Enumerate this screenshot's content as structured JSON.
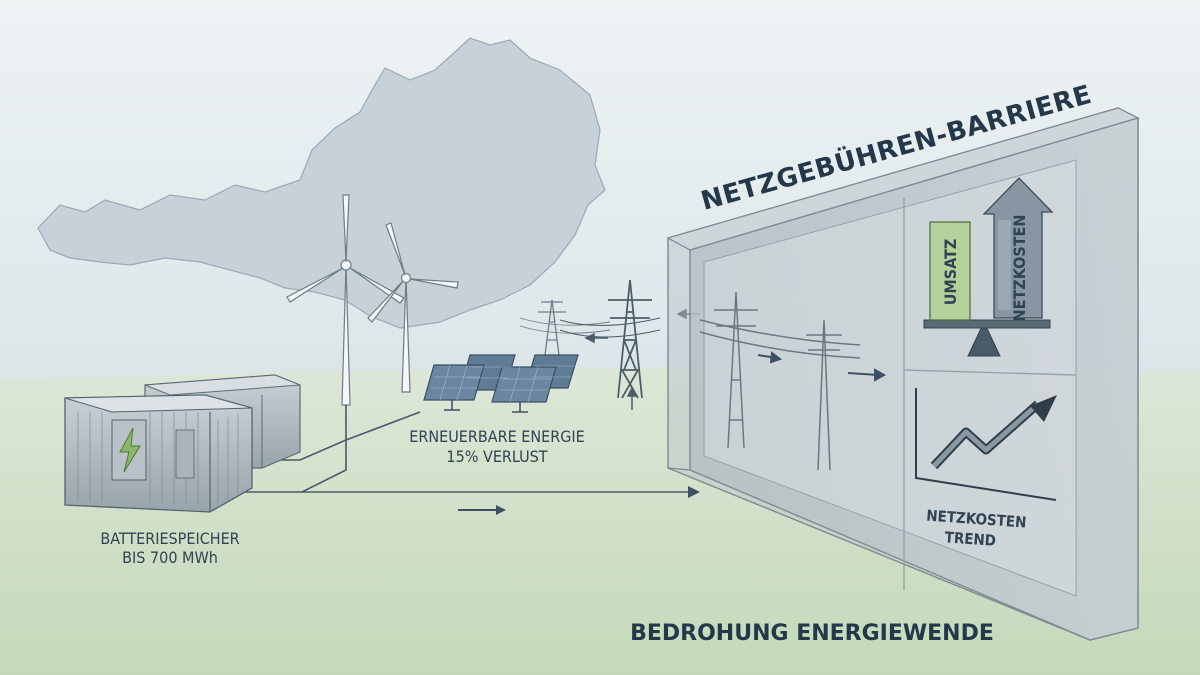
{
  "title": "NETZGEBÜHREN-BARRIERE",
  "footer": "BEDROHUNG ENERGIEWENDE",
  "battery": {
    "line1": "BATTERIESPEICHER",
    "line2": "BIS 700 MWh"
  },
  "renewables": {
    "line1": "ERNEUERBARE ENERGIE",
    "line2": "15% VERLUST"
  },
  "balance": {
    "left": "UMSATZ",
    "right": "NETZKOSTEN"
  },
  "trend": {
    "line1": "NETZKOSTEN",
    "line2": "TREND"
  },
  "colors": {
    "sky_top": "#dbe6ea",
    "ground": "#cfe0c6",
    "map": "#c6d1d8",
    "wall": "#9aa6ae",
    "accent_green": "#8ab56a",
    "text_dark": "#24384a"
  },
  "icons": [
    "austria-map",
    "wind-turbine",
    "solar-panel",
    "battery-container",
    "lightning-icon",
    "power-pylon",
    "scale-icon",
    "up-arrow-icon",
    "trend-chart-icon"
  ]
}
